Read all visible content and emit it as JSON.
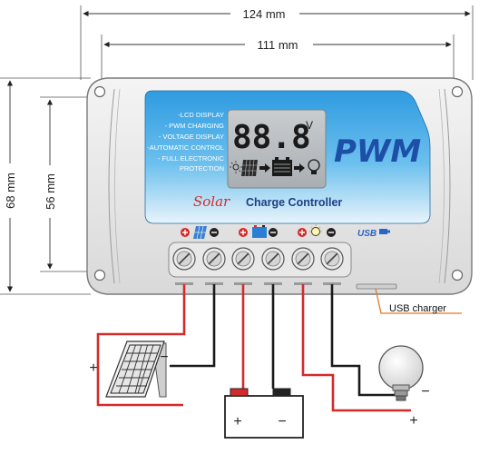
{
  "dimensions": {
    "total_width": "124 mm",
    "hole_width": "111 mm",
    "total_height": "68 mm",
    "hole_height": "56 mm"
  },
  "features": [
    "-LCD DISPLAY",
    "- PWM CHARGING",
    "- VOLTAGE DISPLAY",
    "-AUTOMATIC CONTROL",
    "- FULL ELECTRONIC",
    "PROTECTION"
  ],
  "lcd": {
    "reading": "88.8",
    "unit": "V"
  },
  "brand": {
    "pwm": "PWM",
    "solar": "Solar",
    "charge_controller": "Charge Controller",
    "usb_logo": "USB"
  },
  "callouts": {
    "usb_charger": "USB charger"
  },
  "polarity": {
    "plus": "+",
    "minus": "−"
  },
  "colors": {
    "panel_blue": "#2a8fd4",
    "wire_red": "#d42a2a",
    "wire_black": "#1a1a1a",
    "usb_callout": "#e07a2a"
  }
}
